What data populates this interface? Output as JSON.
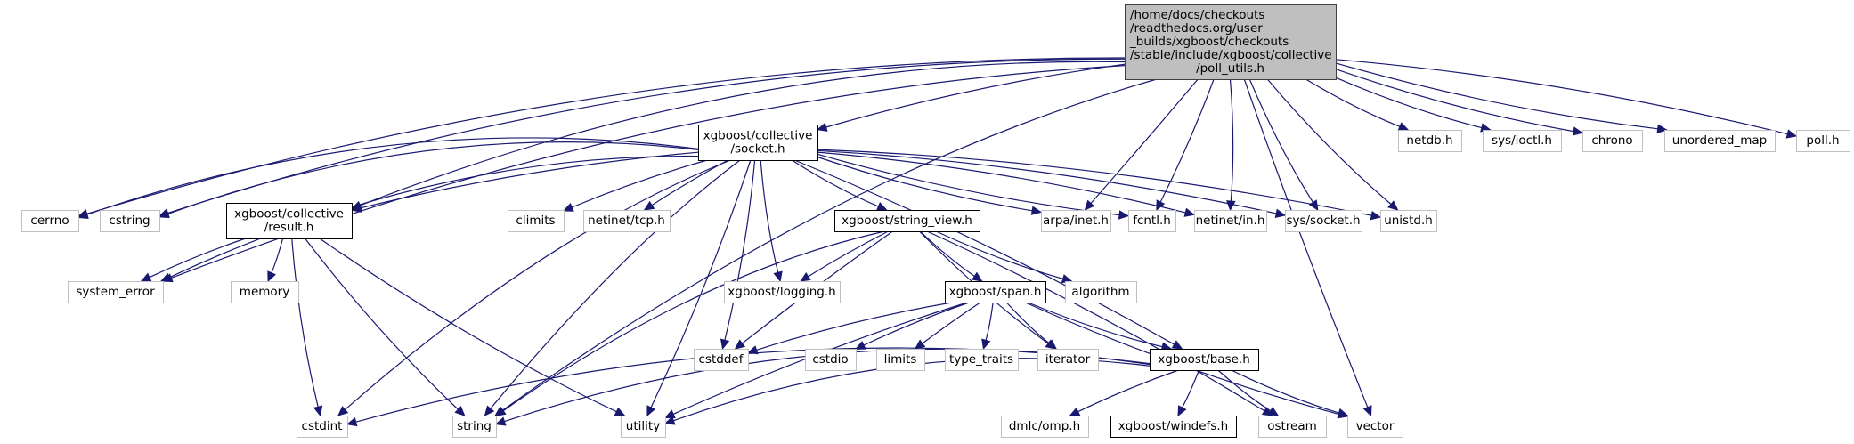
{
  "diagram": {
    "type": "include-dependency-graph",
    "colors": {
      "edge": "#191970",
      "root_fill": "#bfbfbf",
      "root_border": "#404040",
      "documented_border": "#000000",
      "external_border": "#c0c0c0",
      "node_fill": "#ffffff"
    },
    "nodes": [
      {
        "id": "root",
        "lines": [
          "/home/docs/checkouts",
          "/readthedocs.org/user",
          "_builds/xgboost/checkouts",
          "/stable/include/xgboost/collective",
          "/poll_utils.h"
        ],
        "kind": "root"
      },
      {
        "id": "socket",
        "lines": [
          "xgboost/collective",
          "/socket.h"
        ],
        "kind": "documented"
      },
      {
        "id": "result",
        "lines": [
          "xgboost/collective",
          "/result.h"
        ],
        "kind": "documented"
      },
      {
        "id": "cerrno",
        "lines": [
          "cerrno"
        ],
        "kind": "external"
      },
      {
        "id": "cstring",
        "lines": [
          "cstring"
        ],
        "kind": "external"
      },
      {
        "id": "system_error",
        "lines": [
          "system_error"
        ],
        "kind": "external"
      },
      {
        "id": "memory",
        "lines": [
          "memory"
        ],
        "kind": "external"
      },
      {
        "id": "climits",
        "lines": [
          "climits"
        ],
        "kind": "external"
      },
      {
        "id": "netinet_tcp",
        "lines": [
          "netinet/tcp.h"
        ],
        "kind": "external"
      },
      {
        "id": "string_view",
        "lines": [
          "xgboost/string_view.h"
        ],
        "kind": "documented"
      },
      {
        "id": "arpa_inet",
        "lines": [
          "arpa/inet.h"
        ],
        "kind": "external"
      },
      {
        "id": "fcntl",
        "lines": [
          "fcntl.h"
        ],
        "kind": "external"
      },
      {
        "id": "netinet_in",
        "lines": [
          "netinet/in.h"
        ],
        "kind": "external"
      },
      {
        "id": "sys_socket",
        "lines": [
          "sys/socket.h"
        ],
        "kind": "external"
      },
      {
        "id": "unistd",
        "lines": [
          "unistd.h"
        ],
        "kind": "external"
      },
      {
        "id": "netdb",
        "lines": [
          "netdb.h"
        ],
        "kind": "external"
      },
      {
        "id": "sys_ioctl",
        "lines": [
          "sys/ioctl.h"
        ],
        "kind": "external"
      },
      {
        "id": "chrono",
        "lines": [
          "chrono"
        ],
        "kind": "external"
      },
      {
        "id": "unordered_map",
        "lines": [
          "unordered_map"
        ],
        "kind": "external"
      },
      {
        "id": "poll",
        "lines": [
          "poll.h"
        ],
        "kind": "external"
      },
      {
        "id": "logging",
        "lines": [
          "xgboost/logging.h"
        ],
        "kind": "external"
      },
      {
        "id": "span",
        "lines": [
          "xgboost/span.h"
        ],
        "kind": "documented"
      },
      {
        "id": "algorithm",
        "lines": [
          "algorithm"
        ],
        "kind": "external"
      },
      {
        "id": "cstddef",
        "lines": [
          "cstddef"
        ],
        "kind": "external"
      },
      {
        "id": "cstdio",
        "lines": [
          "cstdio"
        ],
        "kind": "external"
      },
      {
        "id": "limits",
        "lines": [
          "limits"
        ],
        "kind": "external"
      },
      {
        "id": "type_traits",
        "lines": [
          "type_traits"
        ],
        "kind": "external"
      },
      {
        "id": "iterator",
        "lines": [
          "iterator"
        ],
        "kind": "external"
      },
      {
        "id": "base",
        "lines": [
          "xgboost/base.h"
        ],
        "kind": "documented"
      },
      {
        "id": "cstdint",
        "lines": [
          "cstdint"
        ],
        "kind": "external"
      },
      {
        "id": "string",
        "lines": [
          "string"
        ],
        "kind": "external"
      },
      {
        "id": "utility",
        "lines": [
          "utility"
        ],
        "kind": "external"
      },
      {
        "id": "dmlc_omp",
        "lines": [
          "dmlc/omp.h"
        ],
        "kind": "external"
      },
      {
        "id": "windefs",
        "lines": [
          "xgboost/windefs.h"
        ],
        "kind": "documented"
      },
      {
        "id": "ostream",
        "lines": [
          "ostream"
        ],
        "kind": "external"
      },
      {
        "id": "vector",
        "lines": [
          "vector"
        ],
        "kind": "external"
      }
    ],
    "edges": [
      [
        "root",
        "socket"
      ],
      [
        "root",
        "cerrno"
      ],
      [
        "root",
        "cstring"
      ],
      [
        "root",
        "system_error"
      ],
      [
        "root",
        "result"
      ],
      [
        "root",
        "string"
      ],
      [
        "root",
        "arpa_inet"
      ],
      [
        "root",
        "fcntl"
      ],
      [
        "root",
        "netinet_in"
      ],
      [
        "root",
        "sys_socket"
      ],
      [
        "root",
        "unistd"
      ],
      [
        "root",
        "vector"
      ],
      [
        "root",
        "netdb"
      ],
      [
        "root",
        "sys_ioctl"
      ],
      [
        "root",
        "chrono"
      ],
      [
        "root",
        "unordered_map"
      ],
      [
        "root",
        "poll"
      ],
      [
        "socket",
        "cerrno"
      ],
      [
        "socket",
        "cstring"
      ],
      [
        "socket",
        "result"
      ],
      [
        "socket",
        "system_error"
      ],
      [
        "socket",
        "cstdint"
      ],
      [
        "socket",
        "string"
      ],
      [
        "socket",
        "climits"
      ],
      [
        "socket",
        "netinet_tcp"
      ],
      [
        "socket",
        "utility"
      ],
      [
        "socket",
        "cstddef"
      ],
      [
        "socket",
        "logging"
      ],
      [
        "socket",
        "string_view"
      ],
      [
        "socket",
        "base"
      ],
      [
        "socket",
        "arpa_inet"
      ],
      [
        "socket",
        "fcntl"
      ],
      [
        "socket",
        "netinet_in"
      ],
      [
        "socket",
        "sys_socket"
      ],
      [
        "socket",
        "unistd"
      ],
      [
        "result",
        "system_error"
      ],
      [
        "result",
        "memory"
      ],
      [
        "result",
        "cstdint"
      ],
      [
        "result",
        "string"
      ],
      [
        "result",
        "utility"
      ],
      [
        "string_view",
        "logging"
      ],
      [
        "string_view",
        "span"
      ],
      [
        "string_view",
        "algorithm"
      ],
      [
        "string_view",
        "string"
      ],
      [
        "string_view",
        "cstddef"
      ],
      [
        "string_view",
        "iterator"
      ],
      [
        "string_view",
        "ostream"
      ],
      [
        "span",
        "cstddef"
      ],
      [
        "span",
        "cstdio"
      ],
      [
        "span",
        "limits"
      ],
      [
        "span",
        "type_traits"
      ],
      [
        "span",
        "iterator"
      ],
      [
        "span",
        "base"
      ],
      [
        "span",
        "utility"
      ],
      [
        "span",
        "vector"
      ],
      [
        "base",
        "cstdint"
      ],
      [
        "base",
        "string"
      ],
      [
        "base",
        "utility"
      ],
      [
        "base",
        "dmlc_omp"
      ],
      [
        "base",
        "windefs"
      ],
      [
        "base",
        "ostream"
      ],
      [
        "base",
        "vector"
      ]
    ]
  }
}
